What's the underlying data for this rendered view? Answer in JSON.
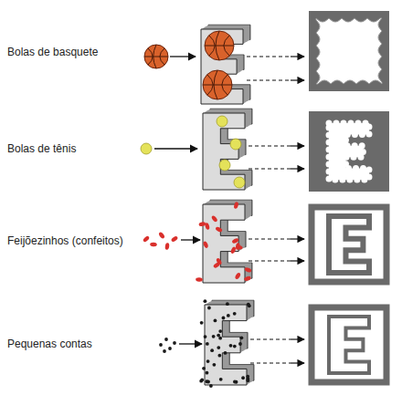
{
  "diagram": {
    "labels": [
      "Bolas de basquete",
      "Bolas de tênis",
      "Feijõezinhos (confeitos)",
      "Pequenas contas"
    ]
  }
}
